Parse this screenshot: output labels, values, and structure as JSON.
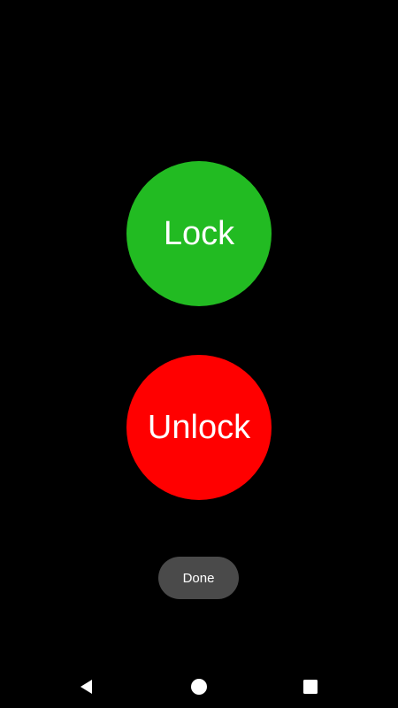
{
  "buttons": {
    "lock_label": "Lock",
    "unlock_label": "Unlock",
    "done_label": "Done"
  },
  "colors": {
    "background": "#000000",
    "lock": "#22bb22",
    "unlock": "#ff0000",
    "done": "#4a4a4a"
  },
  "navbar": {
    "icons": [
      "back-icon",
      "home-icon",
      "recents-icon"
    ]
  }
}
